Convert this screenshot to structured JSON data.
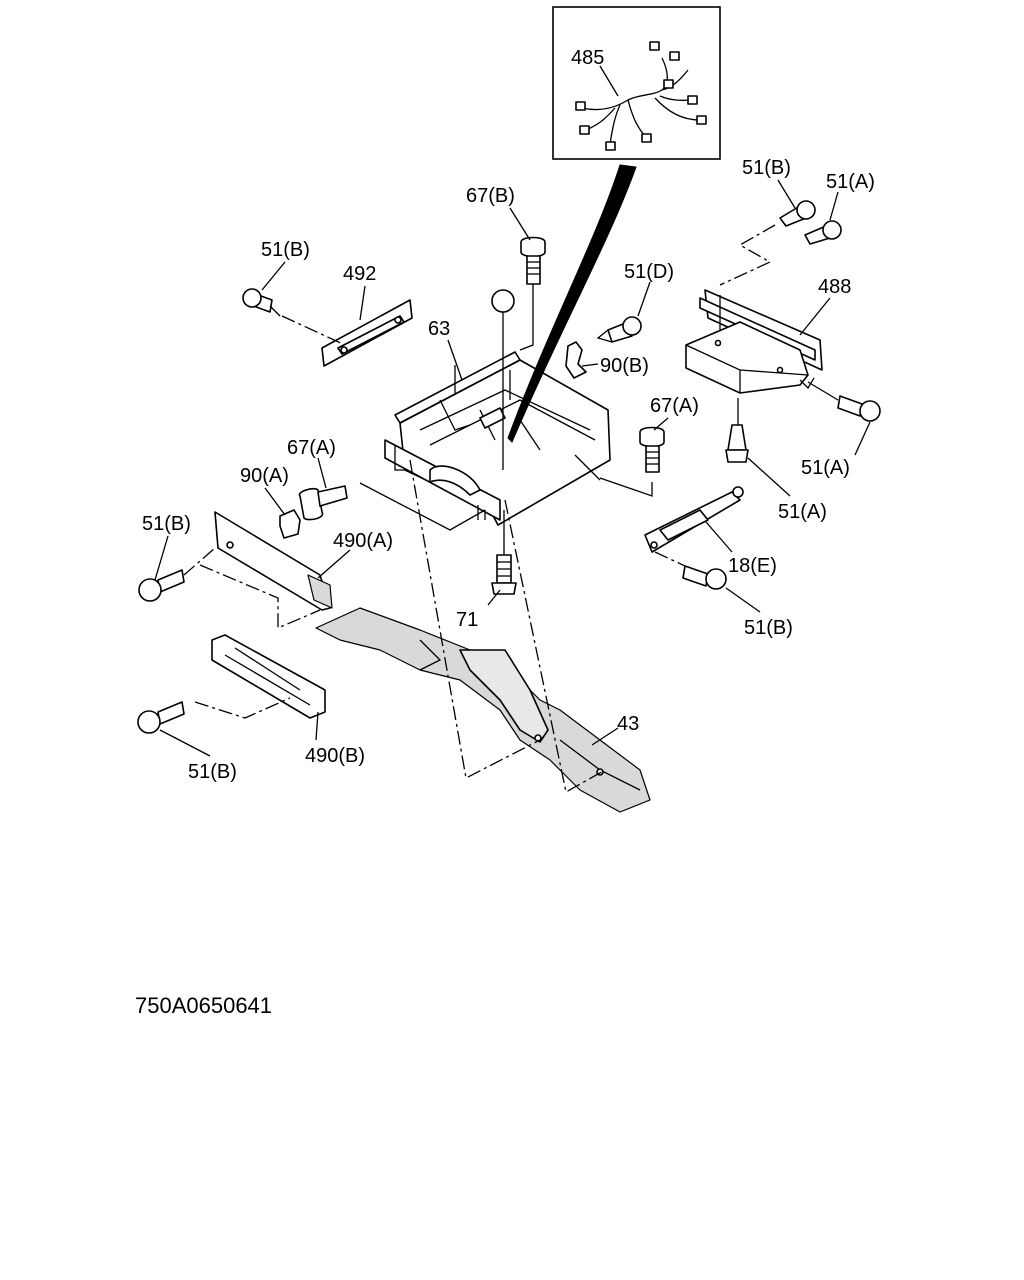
{
  "diagram": {
    "callouts": [
      {
        "id": "c485",
        "text": "485"
      },
      {
        "id": "c67b",
        "text": "67(B)"
      },
      {
        "id": "c51b_tr",
        "text": "51(B)"
      },
      {
        "id": "c51a_tr",
        "text": "51(A)"
      },
      {
        "id": "c51b_tl",
        "text": "51(B)"
      },
      {
        "id": "c492",
        "text": "492"
      },
      {
        "id": "c51d",
        "text": "51(D)"
      },
      {
        "id": "c488",
        "text": "488"
      },
      {
        "id": "c63",
        "text": "63"
      },
      {
        "id": "c90b",
        "text": "90(B)"
      },
      {
        "id": "c67a_r",
        "text": "67(A)"
      },
      {
        "id": "c67a_l",
        "text": "67(A)"
      },
      {
        "id": "c51a_r1",
        "text": "51(A)"
      },
      {
        "id": "c90a",
        "text": "90(A)"
      },
      {
        "id": "c51a_r2",
        "text": "51(A)"
      },
      {
        "id": "c51b_l",
        "text": "51(B)"
      },
      {
        "id": "c490a",
        "text": "490(A)"
      },
      {
        "id": "c18e",
        "text": "18(E)"
      },
      {
        "id": "c71",
        "text": "71"
      },
      {
        "id": "c51b_r",
        "text": "51(B)"
      },
      {
        "id": "c43",
        "text": "43"
      },
      {
        "id": "c490b",
        "text": "490(B)"
      },
      {
        "id": "c51b_bl",
        "text": "51(B)"
      }
    ],
    "drawing_code": "750A0650641"
  }
}
